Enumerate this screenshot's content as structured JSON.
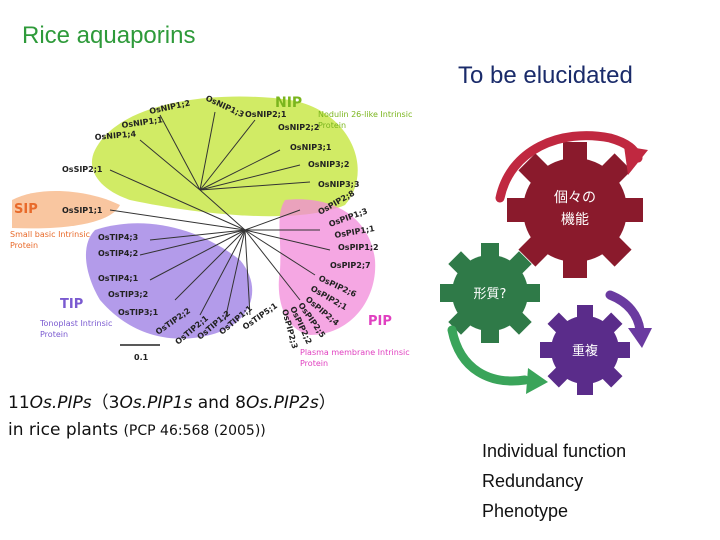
{
  "title": "Rice aquaporins",
  "to_be": "To be  elucidated",
  "tree": {
    "groups": [
      {
        "name": "NIP",
        "desc": [
          "Nodulin 26-like Intrinsic",
          "Protein"
        ],
        "color": "#c9e84a"
      },
      {
        "name": "SIP",
        "desc": [
          "Small basic Intrinsic",
          "Protein"
        ],
        "color": "#f0883a"
      },
      {
        "name": "TIP",
        "desc": [
          "Tonoplast Intrinsic",
          "Protein"
        ],
        "color": "#9b7fe0"
      },
      {
        "name": "PIP",
        "desc": [
          "Plasma membrane Intrinsic",
          "Protein"
        ],
        "color": "#f06ad0"
      }
    ],
    "leaves": [
      "OsNIP1;2",
      "OsNIP1;3",
      "OsNIP2;1",
      "OsNIP2;2",
      "OsNIP1;1",
      "OsNIP1;4",
      "OsNIP3;1",
      "OsNIP3;2",
      "OsNIP3;3",
      "OsSIP2;1",
      "OsSIP1;1",
      "OsTIP4;3",
      "OsTIP4;2",
      "OsTIP4;1",
      "OsTIP3;2",
      "OsTIP3;1",
      "OsTIP2;2",
      "OsTIP2;1",
      "OsTIP1;2",
      "OsTIP1;1",
      "OsTIP5;1",
      "OsPIP2;8",
      "OsPIP1;3",
      "OsPIP1;1",
      "OsPIP1;2",
      "OsPIP2;7",
      "OsPIP2;6",
      "OsPIP2;1",
      "OsPIP2;4",
      "OsPIP2;5",
      "OsPIP2;2",
      "OsPIP2;3"
    ],
    "scale": "0.1"
  },
  "gears": [
    {
      "label": "個々の",
      "label2": "機能",
      "color": "#8a1a2c"
    },
    {
      "label": "形質?",
      "label2": "",
      "color": "#2f7a48"
    },
    {
      "label": "重複",
      "label2": "",
      "color": "#5a2c8a"
    }
  ],
  "caption": {
    "count": "11",
    "pips": "Os.PIPs",
    "open": "（3",
    "pip1": "Os.PIP1s",
    "and": " and 8",
    "pip2": "Os.PIP2s",
    "close": "）",
    "line2_main": "in rice plants ",
    "line2_ref": "(PCP 46:568 (2005))"
  },
  "list": [
    "Individual function",
    "Redundancy",
    "Phenotype"
  ]
}
